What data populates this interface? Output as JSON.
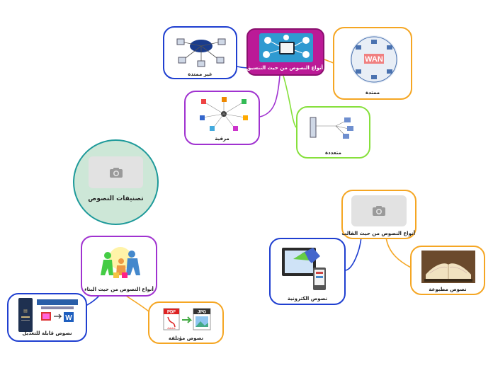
{
  "root": {
    "title": "تصنيفات النصوص",
    "photo_icon": "camera-icon"
  },
  "colors": {
    "root_fill": "#cde7d7",
    "root_border": "#1e9a9a",
    "blue": "#1f3fd0",
    "orange": "#f5a623",
    "magenta": "#bb1a97",
    "purple": "#a032d0",
    "green": "#86e03c",
    "placeholder": "#e2e2e2"
  },
  "branches": {
    "coordination": {
      "label": "أنواع النصوص من حيث التنسيق",
      "children": {
        "non_extended": "غير ممتدة",
        "extended": "ممتدة",
        "linked": "مرقبة",
        "multiple": "متعددة"
      }
    },
    "format": {
      "label": "أنواع النصوص من حيث القالب",
      "children": {
        "electronic": "نصوص الكترونية",
        "printed": "نصوص مطبوعة"
      }
    },
    "construction": {
      "label": "أنواع النصوص من حيث البناء",
      "children": {
        "editable": "نصوص قابلة للتعديل",
        "fixed": "نصوص مؤتلفة"
      }
    }
  },
  "image_labels": {
    "wan": "WAN",
    "pdf": "PDF",
    "jpg": "JPG",
    "adobe": "Adobe"
  }
}
